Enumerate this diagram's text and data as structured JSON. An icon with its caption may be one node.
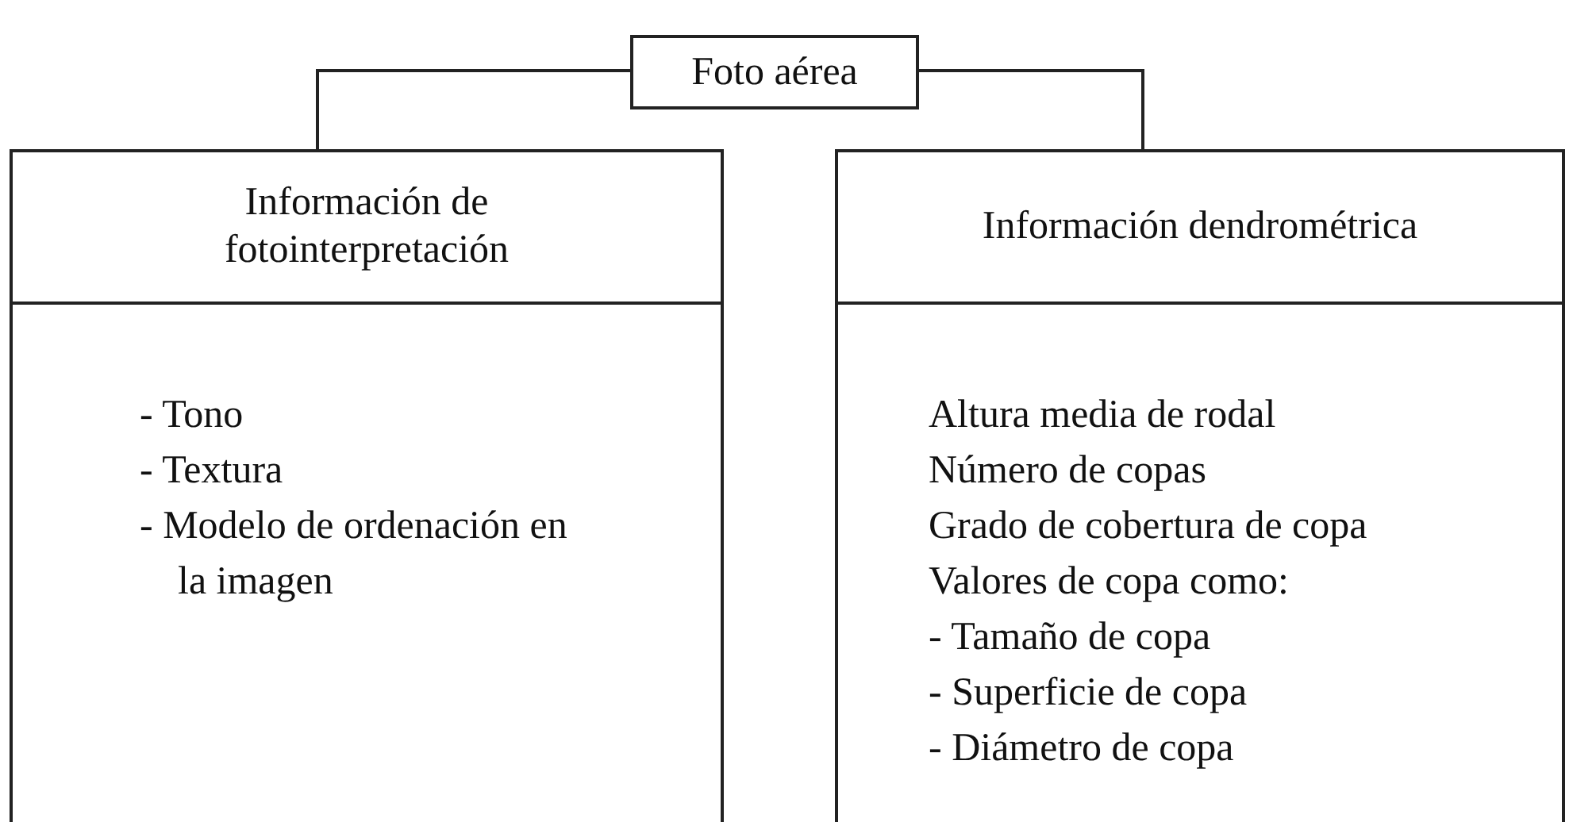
{
  "diagram": {
    "nodes": [
      {
        "text": [
          "Foto aérea"
        ]
      },
      {
        "text": [
          "Información de fotointerpretación",
          "- Tono",
          "- Textura",
          "- Modelo de ordenación en la imagen"
        ]
      },
      {
        "text": [
          "Información dendrométrica",
          "Altura media de rodal",
          "Número de copas",
          "Grado de cobertura de copa",
          "Valores de copa como:",
          "- Tamaño de copa",
          "- Superficie de copa",
          "- Diámetro de copa"
        ]
      }
    ],
    "edges": [
      {
        "from": 0,
        "to": 1,
        "arrow": "none"
      },
      {
        "from": 0,
        "to": 2,
        "arrow": "none"
      }
    ]
  }
}
